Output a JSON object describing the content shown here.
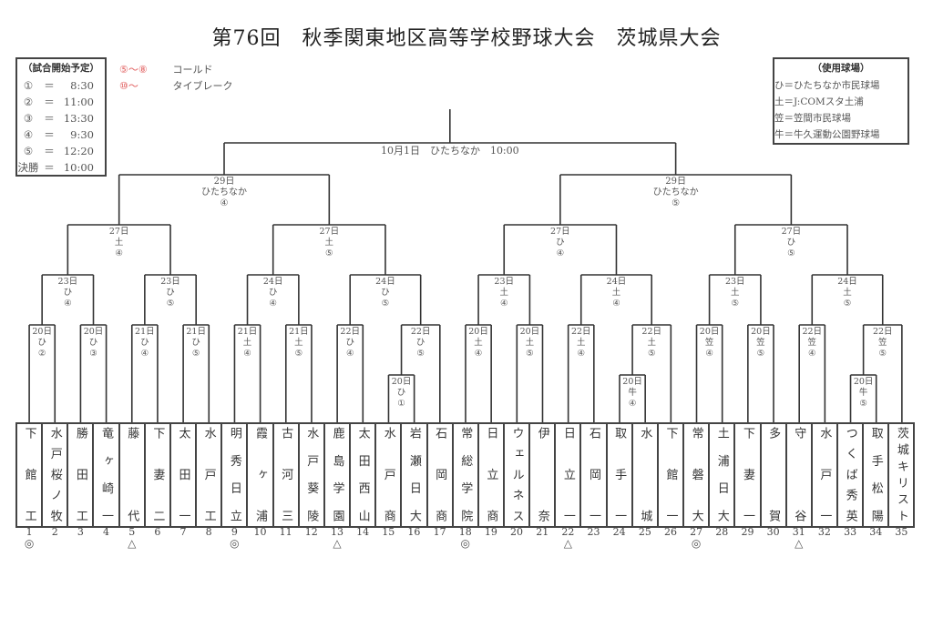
{
  "title": "第76回　秋季関東地区高等学校野球大会　茨城県大会",
  "schedule": {
    "heading": "（試合開始予定）",
    "rows": [
      {
        "key": "①",
        "time": "8:30"
      },
      {
        "key": "②",
        "time": "11:00"
      },
      {
        "key": "③",
        "time": "13:30"
      },
      {
        "key": "④",
        "time": "9:30"
      },
      {
        "key": "⑤",
        "time": "12:20"
      },
      {
        "key": "決勝",
        "time": "10:00"
      }
    ],
    "eq": "＝"
  },
  "rules": [
    {
      "mark": "⑤～⑧",
      "text": "コールド"
    },
    {
      "mark": "⑩～",
      "text": "タイブレーク"
    }
  ],
  "venues": {
    "heading": "（使用球場）",
    "rows": [
      "ひ＝ひたちなか市民球場",
      "土＝J:COMスタ土浦",
      "笠＝笠間市民球場",
      "牛＝牛久運動公園野球場"
    ]
  },
  "colors": {
    "rule_red": "#e05a5a",
    "line": "#333333"
  },
  "teams": [
    {
      "no": "1",
      "name": "下館工",
      "mark": "◎"
    },
    {
      "no": "2",
      "name": "水戸桜ノ牧"
    },
    {
      "no": "3",
      "name": "勝田工"
    },
    {
      "no": "4",
      "name": "竜ヶ崎一"
    },
    {
      "no": "5",
      "name": "藤代",
      "mark": "△"
    },
    {
      "no": "6",
      "name": "下妻二"
    },
    {
      "no": "7",
      "name": "太田一"
    },
    {
      "no": "8",
      "name": "水戸工"
    },
    {
      "no": "9",
      "name": "明秀日立",
      "mark": "◎"
    },
    {
      "no": "10",
      "name": "霞ヶ浦"
    },
    {
      "no": "11",
      "name": "古河三"
    },
    {
      "no": "12",
      "name": "水戸葵陵"
    },
    {
      "no": "13",
      "name": "鹿島学園",
      "mark": "△"
    },
    {
      "no": "14",
      "name": "太田西山"
    },
    {
      "no": "15",
      "name": "水戸商"
    },
    {
      "no": "16",
      "name": "岩瀬日大"
    },
    {
      "no": "17",
      "name": "石岡商"
    },
    {
      "no": "18",
      "name": "常総学院",
      "mark": "◎"
    },
    {
      "no": "19",
      "name": "日立商"
    },
    {
      "no": "20",
      "name": "ウェルネス"
    },
    {
      "no": "21",
      "name": "伊奈"
    },
    {
      "no": "22",
      "name": "日立一",
      "mark": "△"
    },
    {
      "no": "23",
      "name": "石岡一"
    },
    {
      "no": "24",
      "name": "取手一"
    },
    {
      "no": "25",
      "name": "水城"
    },
    {
      "no": "26",
      "name": "下館一"
    },
    {
      "no": "27",
      "name": "常磐大",
      "mark": "◎"
    },
    {
      "no": "28",
      "name": "土浦日大"
    },
    {
      "no": "29",
      "name": "下妻一"
    },
    {
      "no": "30",
      "name": "多賀"
    },
    {
      "no": "31",
      "name": "守谷",
      "mark": "△"
    },
    {
      "no": "32",
      "name": "水戸一"
    },
    {
      "no": "33",
      "name": "つくば秀英"
    },
    {
      "no": "34",
      "name": "取手松陽"
    },
    {
      "no": "35",
      "name": "茨城キリスト"
    }
  ],
  "matches": [
    {
      "id": "a1",
      "round": 1,
      "a": 1,
      "b": 2,
      "lines": [
        "20日",
        "ひ",
        "②"
      ]
    },
    {
      "id": "a2",
      "round": 1,
      "a": 3,
      "b": 4,
      "lines": [
        "20日",
        "ひ",
        "③"
      ]
    },
    {
      "id": "a3",
      "round": 1,
      "a": 5,
      "b": 6,
      "lines": [
        "21日",
        "ひ",
        "④"
      ]
    },
    {
      "id": "a4",
      "round": 1,
      "a": 7,
      "b": 8,
      "lines": [
        "21日",
        "ひ",
        "⑤"
      ]
    },
    {
      "id": "a5",
      "round": 1,
      "a": 9,
      "b": 10,
      "lines": [
        "21日",
        "土",
        "④"
      ]
    },
    {
      "id": "a6",
      "round": 1,
      "a": 11,
      "b": 12,
      "lines": [
        "21日",
        "土",
        "⑤"
      ]
    },
    {
      "id": "a7",
      "round": 1,
      "a": 13,
      "b": 14,
      "lines": [
        "22日",
        "ひ",
        "④"
      ]
    },
    {
      "id": "p1",
      "round": 0,
      "a": 15,
      "b": 16,
      "lines": [
        "20日",
        "ひ",
        "①"
      ]
    },
    {
      "id": "a8",
      "round": 1,
      "a": "p1",
      "b": 17,
      "lines": [
        "22日",
        "ひ",
        "⑤"
      ]
    },
    {
      "id": "a9",
      "round": 1,
      "a": 18,
      "b": 19,
      "lines": [
        "20日",
        "土",
        "④"
      ]
    },
    {
      "id": "a10",
      "round": 1,
      "a": 20,
      "b": 21,
      "lines": [
        "20日",
        "土",
        "⑤"
      ]
    },
    {
      "id": "a11",
      "round": 1,
      "a": 22,
      "b": 23,
      "lines": [
        "22日",
        "土",
        "④"
      ]
    },
    {
      "id": "p2",
      "round": 0,
      "a": 24,
      "b": 25,
      "lines": [
        "20日",
        "牛",
        "④"
      ]
    },
    {
      "id": "a12",
      "round": 1,
      "a": "p2",
      "b": 26,
      "lines": [
        "22日",
        "土",
        "⑤"
      ]
    },
    {
      "id": "a13",
      "round": 1,
      "a": 27,
      "b": 28,
      "lines": [
        "20日",
        "笠",
        "④"
      ]
    },
    {
      "id": "a14",
      "round": 1,
      "a": 29,
      "b": 30,
      "lines": [
        "20日",
        "笠",
        "⑤"
      ]
    },
    {
      "id": "a15",
      "round": 1,
      "a": 31,
      "b": 32,
      "lines": [
        "22日",
        "笠",
        "④"
      ]
    },
    {
      "id": "p3",
      "round": 0,
      "a": 33,
      "b": 34,
      "lines": [
        "20日",
        "牛",
        "⑤"
      ]
    },
    {
      "id": "a16",
      "round": 1,
      "a": "p3",
      "b": 35,
      "lines": [
        "22日",
        "笠",
        "⑤"
      ]
    },
    {
      "id": "b1",
      "round": 2,
      "a": "a1",
      "b": "a2",
      "lines": [
        "23日",
        "ひ",
        "④"
      ]
    },
    {
      "id": "b2",
      "round": 2,
      "a": "a3",
      "b": "a4",
      "lines": [
        "23日",
        "ひ",
        "⑤"
      ]
    },
    {
      "id": "b3",
      "round": 2,
      "a": "a5",
      "b": "a6",
      "lines": [
        "24日",
        "ひ",
        "④"
      ]
    },
    {
      "id": "b4",
      "round": 2,
      "a": "a7",
      "b": "a8",
      "lines": [
        "24日",
        "ひ",
        "⑤"
      ]
    },
    {
      "id": "b5",
      "round": 2,
      "a": "a9",
      "b": "a10",
      "lines": [
        "23日",
        "土",
        "④"
      ]
    },
    {
      "id": "b6",
      "round": 2,
      "a": "a11",
      "b": "a12",
      "lines": [
        "24日",
        "土",
        "④"
      ]
    },
    {
      "id": "b7",
      "round": 2,
      "a": "a13",
      "b": "a14",
      "lines": [
        "23日",
        "土",
        "⑤"
      ]
    },
    {
      "id": "b8",
      "round": 2,
      "a": "a15",
      "b": "a16",
      "lines": [
        "24日",
        "土",
        "⑤"
      ]
    },
    {
      "id": "c1",
      "round": 3,
      "a": "b1",
      "b": "b2",
      "lines": [
        "27日",
        "土",
        "④"
      ]
    },
    {
      "id": "c2",
      "round": 3,
      "a": "b3",
      "b": "b4",
      "lines": [
        "27日",
        "土",
        "⑤"
      ]
    },
    {
      "id": "c3",
      "round": 3,
      "a": "b5",
      "b": "b6",
      "lines": [
        "27日",
        "ひ",
        "④"
      ]
    },
    {
      "id": "c4",
      "round": 3,
      "a": "b7",
      "b": "b8",
      "lines": [
        "27日",
        "ひ",
        "⑤"
      ]
    },
    {
      "id": "d1",
      "round": 4,
      "a": "c1",
      "b": "c2",
      "lines": [
        "29日",
        "ひたちなか",
        "④"
      ]
    },
    {
      "id": "d2",
      "round": 4,
      "a": "c3",
      "b": "c4",
      "lines": [
        "29日",
        "ひたちなか",
        "⑤"
      ]
    },
    {
      "id": "f",
      "round": 5,
      "a": "d1",
      "b": "d2",
      "lines": [
        "10月1日　ひたちなか　10:00"
      ]
    }
  ]
}
